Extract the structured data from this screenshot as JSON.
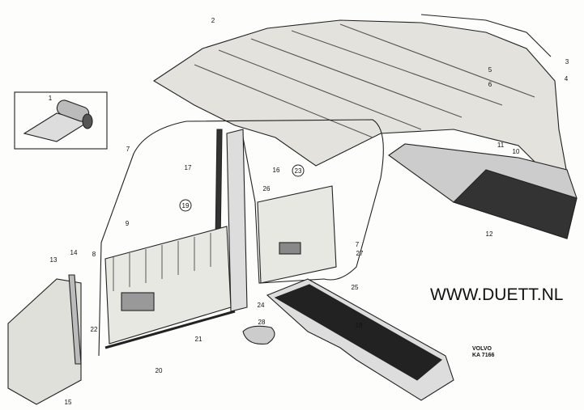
{
  "website": "WWW.DUETT.NL",
  "maker": "VOLVO",
  "drawing_ref": "KA 7166",
  "callouts": [
    "1",
    "2",
    "3",
    "4",
    "5",
    "6",
    "7",
    "7",
    "8",
    "9",
    "10",
    "11",
    "12",
    "13",
    "14",
    "15",
    "16",
    "17",
    "18",
    "19",
    "20",
    "21",
    "22",
    "23",
    "24",
    "25",
    "26",
    "27",
    "28"
  ]
}
